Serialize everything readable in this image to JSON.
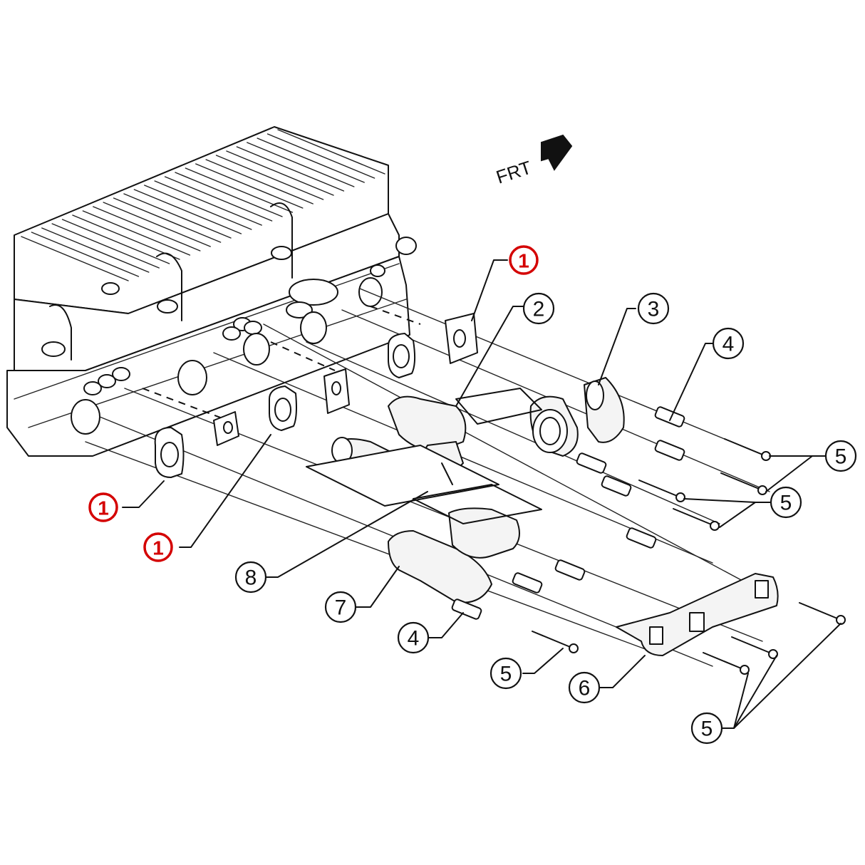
{
  "orientation": {
    "label": "FRT"
  },
  "callouts": [
    {
      "id": "c1a",
      "label": "1",
      "highlight": true
    },
    {
      "id": "c1b",
      "label": "1",
      "highlight": true
    },
    {
      "id": "c1c",
      "label": "1",
      "highlight": true
    },
    {
      "id": "c2",
      "label": "2",
      "highlight": false
    },
    {
      "id": "c3",
      "label": "3",
      "highlight": false
    },
    {
      "id": "c4a",
      "label": "4",
      "highlight": false
    },
    {
      "id": "c4b",
      "label": "4",
      "highlight": false
    },
    {
      "id": "c5a",
      "label": "5",
      "highlight": false
    },
    {
      "id": "c5b",
      "label": "5",
      "highlight": false
    },
    {
      "id": "c5c",
      "label": "5",
      "highlight": false
    },
    {
      "id": "c5d",
      "label": "5",
      "highlight": false
    },
    {
      "id": "c6",
      "label": "6",
      "highlight": false
    },
    {
      "id": "c7",
      "label": "7",
      "highlight": false
    },
    {
      "id": "c8",
      "label": "8",
      "highlight": false
    }
  ],
  "colors": {
    "highlight": "#d40000",
    "line": "#111111",
    "background": "#ffffff"
  }
}
